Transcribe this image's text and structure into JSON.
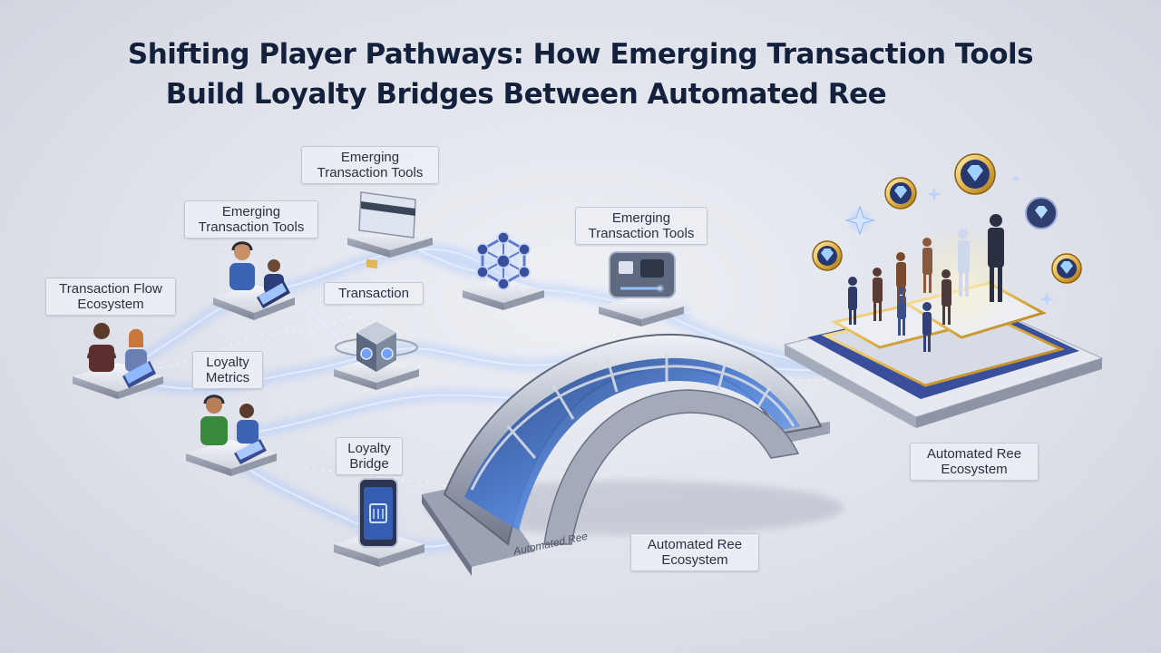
{
  "title": {
    "line1": "Shifting Player Pathways: How Emerging Transaction Tools",
    "line2": "Build Loyalty Bridges Between Automated Ree"
  },
  "labels": {
    "emerging_top": [
      "Emerging",
      "Transaction Tools"
    ],
    "emerging_left": [
      "Emerging",
      "Transaction Tools"
    ],
    "emerging_right": [
      "Emerging",
      "Transaction Tools"
    ],
    "transaction_flow": [
      "Transaction Flow",
      "Ecosystem"
    ],
    "transaction": [
      "Transaction"
    ],
    "loyalty_metrics": [
      "Loyalty",
      "Metrics"
    ],
    "loyalty_bridge": [
      "Loyalty",
      "Bridge"
    ],
    "automated_bottom": [
      "Automated Ree",
      "Ecosystem"
    ],
    "automated_right": [
      "Automated Ree",
      "Ecosystem"
    ]
  },
  "bridge_engraving": "Automated Ree",
  "icons": [
    "credit-card-icon",
    "network-cube-icon",
    "chip-card-icon",
    "cube-sync-icon",
    "phone-wallet-icon",
    "diamond-coin-icon",
    "sparkle-icon"
  ],
  "colors": {
    "title": "#14213d",
    "flow_glow": "#8fb4ff",
    "gold": "#e3b54a",
    "platform_blue": "#3a4f9c"
  }
}
